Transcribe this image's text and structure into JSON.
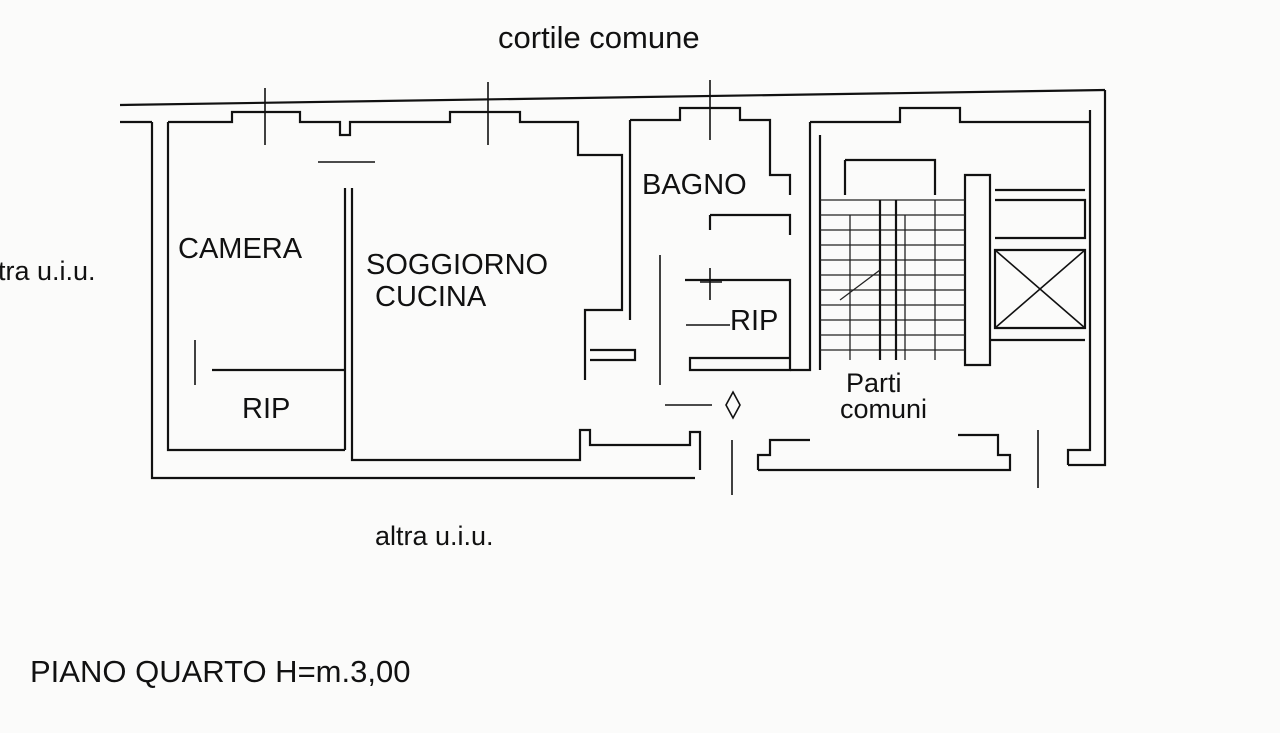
{
  "labels": {
    "top_neighbor": "cortile comune",
    "left_neighbor": "tra u.i.u.",
    "bottom_neighbor": "altra u.i.u.",
    "floor_caption": "PIANO QUARTO H=m.3,00"
  },
  "rooms": [
    {
      "id": "camera",
      "name": "CAMERA"
    },
    {
      "id": "soggiorno",
      "name": "SOGGIORNO",
      "name2": "CUCINA"
    },
    {
      "id": "bagno",
      "name": "BAGNO"
    },
    {
      "id": "rip-camera",
      "name": "RIP"
    },
    {
      "id": "rip-bagno",
      "name": "RIP"
    },
    {
      "id": "parti-comuni",
      "name": "Parti",
      "name2": "comuni"
    }
  ],
  "colors": {
    "ink": "#111111",
    "paper": "#fbfbfa"
  }
}
